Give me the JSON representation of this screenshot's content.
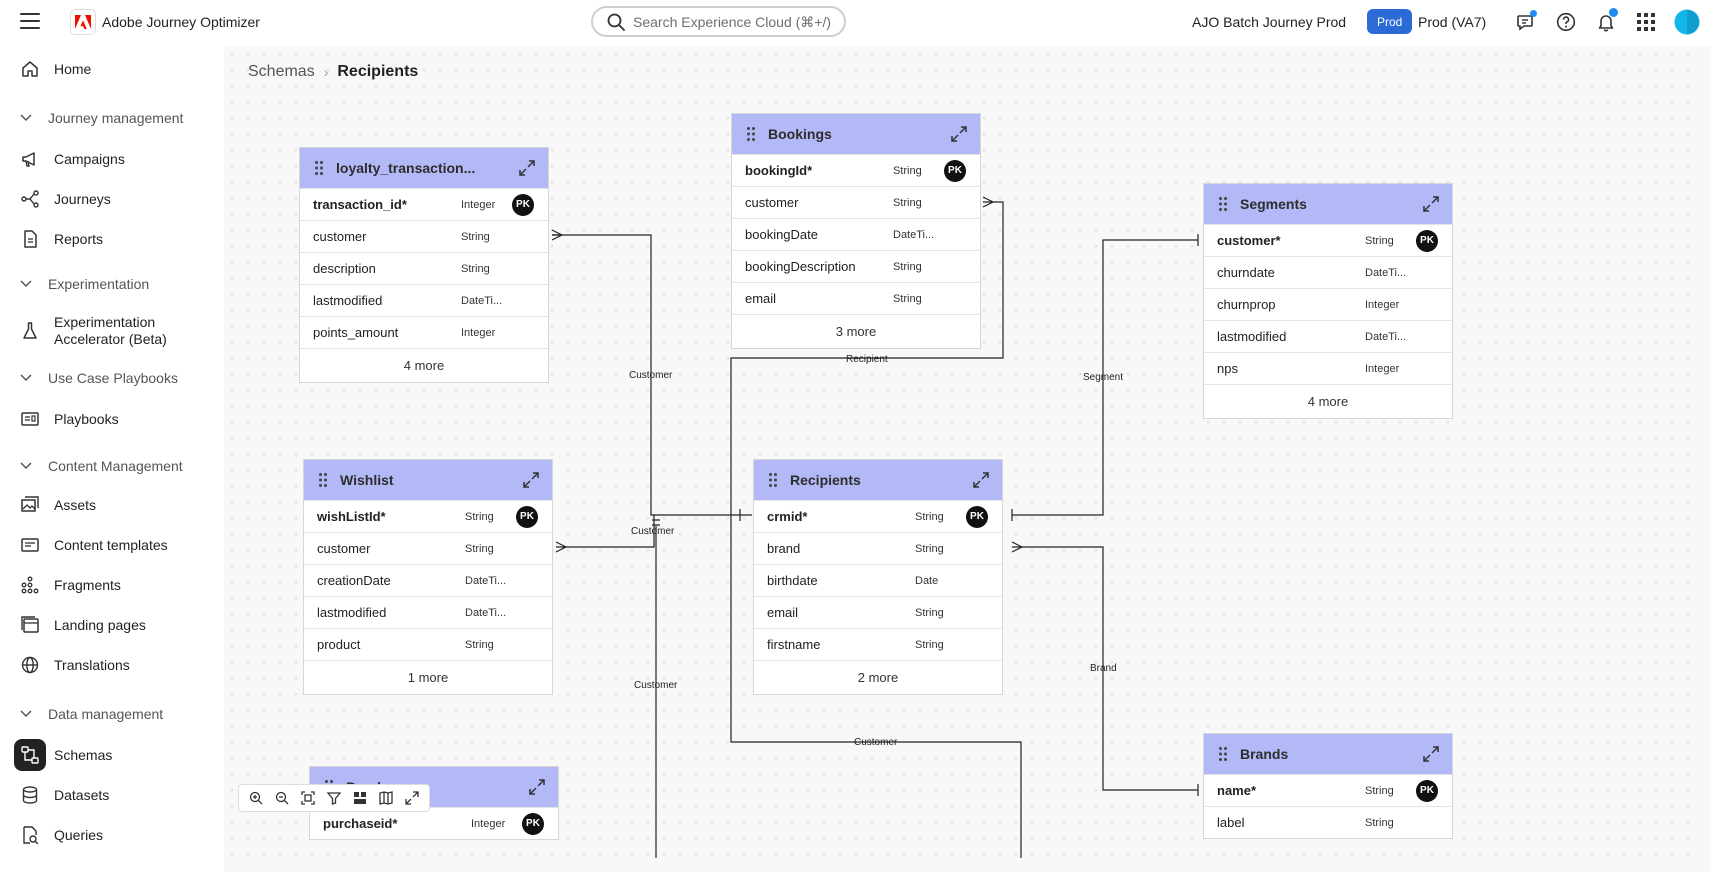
{
  "header": {
    "app_name": "Adobe Journey Optimizer",
    "search_placeholder": "Search Experience Cloud (⌘+/)",
    "org_name": "AJO Batch Journey Prod",
    "sandbox_badge": "Prod",
    "sandbox_name": "Prod (VA7)"
  },
  "sidebar": {
    "home": "Home",
    "journey_management": "Journey management",
    "campaigns": "Campaigns",
    "journeys": "Journeys",
    "reports": "Reports",
    "experimentation": "Experimentation",
    "experimentation_accelerator_line1": "Experimentation",
    "experimentation_accelerator_line2": "Accelerator (Beta)",
    "use_case_playbooks": "Use Case Playbooks",
    "playbooks": "Playbooks",
    "content_management": "Content Management",
    "assets": "Assets",
    "content_templates": "Content templates",
    "fragments": "Fragments",
    "landing_pages": "Landing pages",
    "translations": "Translations",
    "data_management": "Data management",
    "schemas": "Schemas",
    "datasets": "Datasets",
    "queries": "Queries"
  },
  "breadcrumb": {
    "parent": "Schemas",
    "current": "Recipients"
  },
  "tables": {
    "loyalty": {
      "title": "loyalty_transaction...",
      "rows": [
        {
          "name": "transaction_id*",
          "type": "Integer",
          "pk": "PK"
        },
        {
          "name": "customer",
          "type": "String"
        },
        {
          "name": "description",
          "type": "String"
        },
        {
          "name": "lastmodified",
          "type": "DateTi..."
        },
        {
          "name": "points_amount",
          "type": "Integer"
        }
      ],
      "more": "4 more"
    },
    "bookings": {
      "title": "Bookings",
      "rows": [
        {
          "name": "bookingId*",
          "type": "String",
          "pk": "PK"
        },
        {
          "name": "customer",
          "type": "String"
        },
        {
          "name": "bookingDate",
          "type": "DateTi..."
        },
        {
          "name": "bookingDescription",
          "type": "String"
        },
        {
          "name": "email",
          "type": "String"
        }
      ],
      "more": "3 more"
    },
    "segments": {
      "title": "Segments",
      "rows": [
        {
          "name": "customer*",
          "type": "String",
          "pk": "PK"
        },
        {
          "name": "churndate",
          "type": "DateTi..."
        },
        {
          "name": "churnprop",
          "type": "Integer"
        },
        {
          "name": "lastmodified",
          "type": "DateTi..."
        },
        {
          "name": "nps",
          "type": "Integer"
        }
      ],
      "more": "4 more"
    },
    "wishlist": {
      "title": "Wishlist",
      "rows": [
        {
          "name": "wishListId*",
          "type": "String",
          "pk": "PK"
        },
        {
          "name": "customer",
          "type": "String"
        },
        {
          "name": "creationDate",
          "type": "DateTi..."
        },
        {
          "name": "lastmodified",
          "type": "DateTi..."
        },
        {
          "name": "product",
          "type": "String"
        }
      ],
      "more": "1 more"
    },
    "recipients": {
      "title": "Recipients",
      "rows": [
        {
          "name": "crmid*",
          "type": "String",
          "pk": "PK"
        },
        {
          "name": "brand",
          "type": "String"
        },
        {
          "name": "birthdate",
          "type": "Date"
        },
        {
          "name": "email",
          "type": "String"
        },
        {
          "name": "firstname",
          "type": "String"
        }
      ],
      "more": "2 more"
    },
    "purchases": {
      "title": "Purchases",
      "rows": [
        {
          "name": "purchaseid*",
          "type": "Integer",
          "pk": "PK"
        }
      ]
    },
    "brands": {
      "title": "Brands",
      "rows": [
        {
          "name": "name*",
          "type": "String",
          "pk": "PK"
        },
        {
          "name": "label",
          "type": "String"
        }
      ]
    }
  },
  "relations": {
    "customer_1": "Customer",
    "customer_2": "Customer",
    "customer_3": "Customer",
    "customer_4": "Customer",
    "recipient": "Recipient",
    "segment": "Segment",
    "brand": "Brand"
  }
}
